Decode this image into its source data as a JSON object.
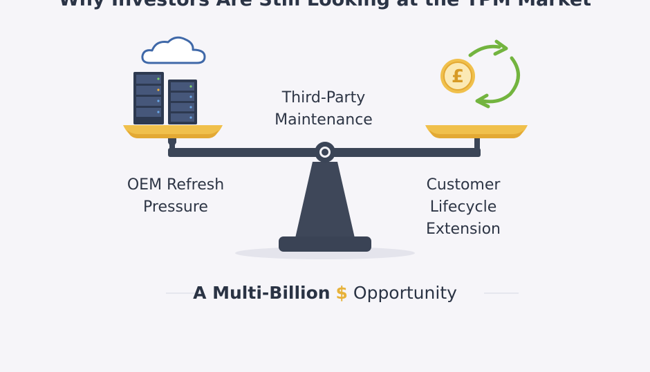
{
  "title": "Why Investors Are Still Looking at the TPM Market",
  "center_label": [
    "Third-Party",
    "Maintenance"
  ],
  "left_label": [
    "OEM Refresh",
    "Pressure"
  ],
  "right_label": [
    "Customer",
    "Lifecycle",
    "Extension"
  ],
  "tagline": {
    "bold": "A Multi-Billion",
    "symbol": "$",
    "rest": "Opportunity"
  },
  "colors": {
    "navy": "#3b4557",
    "gold": "#eebd45",
    "green": "#73b43f",
    "cloud_stroke": "#3f68a8",
    "background": "#f6f5f9"
  },
  "icons": {
    "left_pan": [
      "cloud-icon",
      "server-rack-icon"
    ],
    "right_pan": [
      "pound-coin-icon",
      "cycle-arrows-icon"
    ]
  }
}
